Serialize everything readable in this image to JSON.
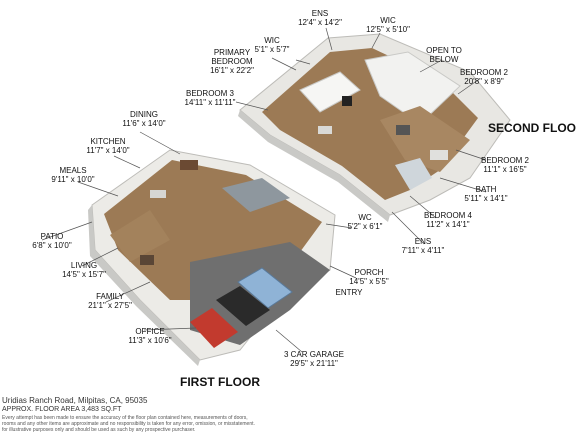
{
  "floors": {
    "first": {
      "title": "FIRST FLOOR"
    },
    "second": {
      "title": "SECOND FLOOR"
    }
  },
  "rooms": {
    "ens_top": {
      "name": "ENS",
      "dims": "12'4\" x 14'2\""
    },
    "wic_top": {
      "name": "WIC",
      "dims": "12'5\" x 5'10\""
    },
    "wic_small": {
      "name": "WIC",
      "dims": "5'1\" x 5'7\""
    },
    "primary": {
      "name": "PRIMARY BEDROOM",
      "dims": "16'1\" x 22'2\""
    },
    "open_below": {
      "name": "OPEN TO BELOW",
      "dims": ""
    },
    "bedroom2a": {
      "name": "BEDROOM 2",
      "dims": "20'8\" x 8'9\""
    },
    "bedroom3": {
      "name": "BEDROOM 3",
      "dims": "14'11\" x 11'11\""
    },
    "bedroom2b": {
      "name": "BEDROOM 2",
      "dims": "11'1\" x 16'5\""
    },
    "bath": {
      "name": "BATH",
      "dims": "5'11\" x 14'1\""
    },
    "bedroom4": {
      "name": "BEDROOM 4",
      "dims": "11'2\" x 14'1\""
    },
    "ens_bottom": {
      "name": "ENS",
      "dims": "7'11\" x 4'11\""
    },
    "dining": {
      "name": "DINING",
      "dims": "11'6\" x 14'0\""
    },
    "kitchen": {
      "name": "KITCHEN",
      "dims": "11'7\" x 14'0\""
    },
    "meals": {
      "name": "MEALS",
      "dims": "9'11\" x 10'0\""
    },
    "patio": {
      "name": "PATIO",
      "dims": "6'8\" x 10'0\""
    },
    "living": {
      "name": "LIVING",
      "dims": "14'5\" x 15'7\""
    },
    "family": {
      "name": "FAMILY",
      "dims": "21'1\" x 27'5\""
    },
    "wc": {
      "name": "WC",
      "dims": "5'2\" x 6'1\""
    },
    "porch": {
      "name": "PORCH",
      "dims": "14'5\" x 5'5\""
    },
    "entry": {
      "name": "ENTRY",
      "dims": ""
    },
    "office": {
      "name": "OFFICE",
      "dims": "11'3\" x 10'6\""
    },
    "garage": {
      "name": "3 CAR GARAGE",
      "dims": "29'5\" x 21'11\""
    }
  },
  "footer": {
    "address": "Uridias Ranch Road, Milpitas, CA, 95035",
    "area": "APPROX. FLOOR AREA 3,483 SQ.FT",
    "disclaimer_1": "Every attempt has been made to ensure the accuracy of the floor plan contained here, measurements of doors,",
    "disclaimer_2": "rooms and any other items are approximate and no responsibility is taken for any error, omission, or misstatement.",
    "disclaimer_3": "for illustrative purposes only and should be used as such by any prospective purchaser."
  },
  "colors": {
    "floor_wood": "#9c7a55",
    "wall": "#f4f4f2",
    "wall_shadow": "#c9c9c6",
    "garage_floor": "#6f6f6f",
    "car_blue": "#8fb3d6",
    "car_black": "#2a2a2a",
    "car_red": "#c23a2e",
    "rug": "#8e979e"
  }
}
